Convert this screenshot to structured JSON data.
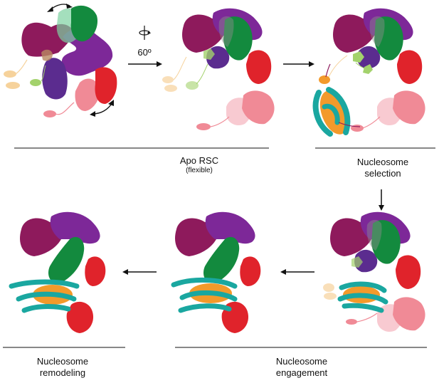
{
  "rotation_label": "60º",
  "stages": {
    "apo": {
      "title": "Apo RSC",
      "subtitle": "(flexible)"
    },
    "selection": {
      "line1": "Nucleosome",
      "line2": "selection"
    },
    "engagement": {
      "line1": "Nucleosome",
      "line2": "engagement"
    },
    "remodeling": {
      "line1": "Nucleosome",
      "line2": "remodeling"
    }
  },
  "colors": {
    "maroon": "#8e1a5c",
    "purple": "#7d2898",
    "indigo": "#5b2c8f",
    "green": "#138a3e",
    "mint": "#7dd1a1",
    "red": "#e0232b",
    "pink": "#f08a96",
    "light_pink": "#f5b4bd",
    "lime": "#a3d26c",
    "peach": "#f6d29b",
    "orange": "#f39a2b",
    "teal": "#1aa7a0"
  }
}
